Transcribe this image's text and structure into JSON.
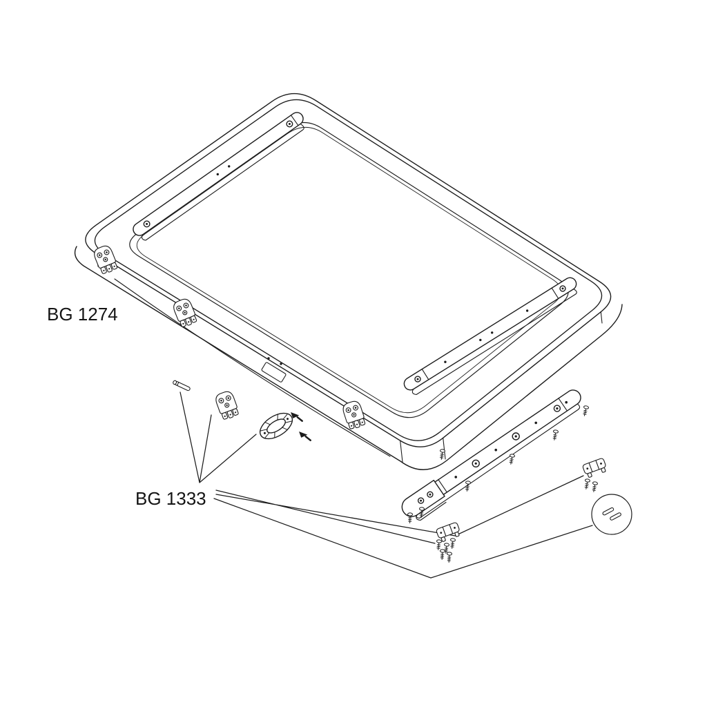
{
  "diagram": {
    "type": "exploded-parts-diagram",
    "background_color": "#ffffff",
    "line_color": "#1c1c1c",
    "text_color": "#141414",
    "callouts": [
      {
        "label": "BG 1274",
        "part": "lid-assembly"
      },
      {
        "label": "BG 1333",
        "part": "hinge-hardware-kit"
      }
    ],
    "parts": [
      "lid-assembly",
      "top-hinge-rail",
      "lower-right-hinge-rail",
      "edge-hinge-brackets",
      "hinge-pin",
      "hinge-bracket",
      "oval-grommet",
      "exploded-hinge-rail",
      "mounting-screws",
      "hinge-blocks",
      "pin-detail-circle"
    ]
  }
}
